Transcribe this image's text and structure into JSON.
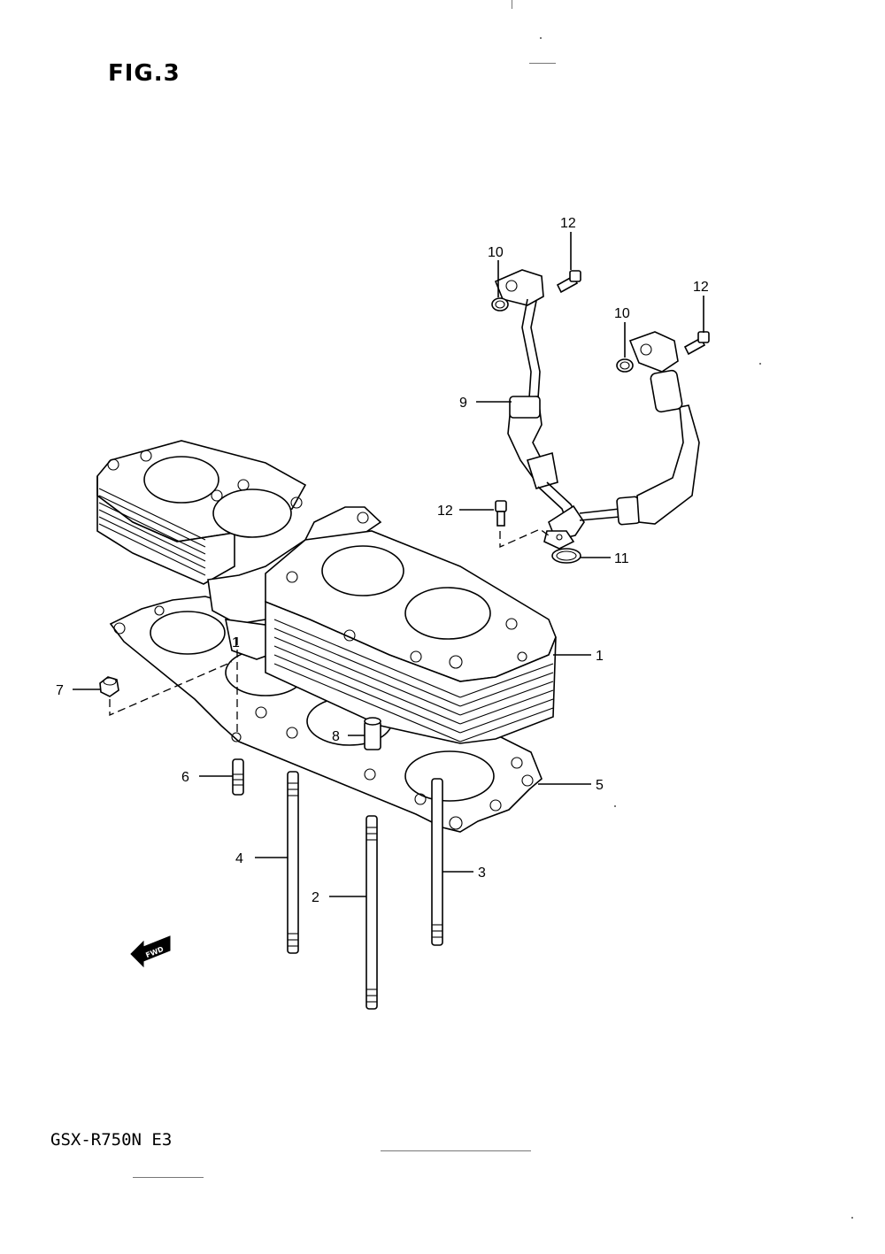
{
  "figure": {
    "title": "FIG.3",
    "model": "GSX-R750N E3"
  },
  "callouts": [
    "1",
    "1",
    "2",
    "3",
    "4",
    "5",
    "6",
    "7",
    "8",
    "9",
    "10",
    "10",
    "11",
    "12",
    "12",
    "12"
  ],
  "parts": {
    "p1": "1",
    "p1b": "1",
    "p2": "2",
    "p3": "3",
    "p4": "4",
    "p5": "5",
    "p6": "6",
    "p7": "7",
    "p8": "8",
    "p9": "9",
    "p10a": "10",
    "p10b": "10",
    "p11": "11",
    "p12a": "12",
    "p12b": "12",
    "p12c": "12"
  },
  "fwd_badge": "FWD"
}
